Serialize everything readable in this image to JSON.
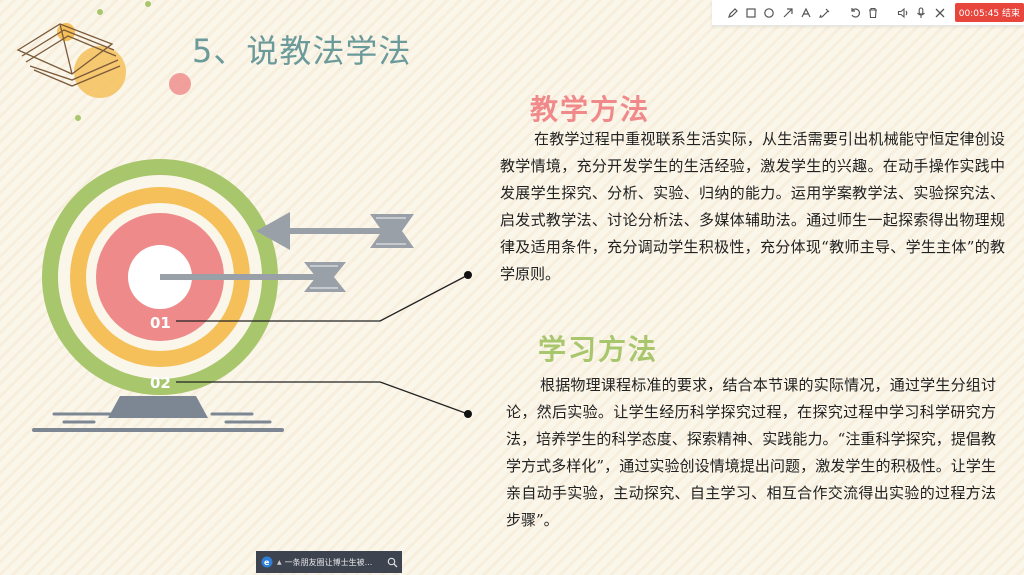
{
  "slide": {
    "title": "5、说教法学法",
    "section1": {
      "heading": "教学方法",
      "paragraph": "在教学过程中重视联系生活实际，从生活需要引出机械能守恒定律创设教学情境，充分开发学生的生活经验，激发学生的兴趣。在动手操作实践中发展学生探究、分析、实验、归纳的能力。运用学案教学法、实验探究法、启发式教学法、讨论分析法、多媒体辅助法。通过师生一起探索得出物理规律及适用条件，充分调动学生积极性，充分体现“教师主导、学生主体”的教学原则。"
    },
    "section2": {
      "heading": "学习方法",
      "paragraph": "根据物理课程标准的要求，结合本节课的实际情况，通过学生分组讨论，然后实验。让学生经历科学探究过程，在探究过程中学习科学研究方法，培养学生的科学态度、探索精神、实践能力。“注重科学探究，提倡教学方式多样化”，通过实验创设情境提出问题，激发学生的积极性。让学生亲自动手实验，主动探究、自主学习、相互合作交流得出实验的过程方法步骤”。"
    },
    "target_labels": [
      "01",
      "02"
    ]
  },
  "toolbar": {
    "icons": [
      "pen-icon",
      "rectangle-icon",
      "circle-icon",
      "arrow-icon",
      "text-icon",
      "highlighter-icon",
      "undo-icon",
      "trash-icon",
      "speaker-icon",
      "microphone-icon",
      "close-icon"
    ],
    "timer": "00:05:45 结束"
  },
  "taskbar": {
    "item_text": "一条朋友圈让博士生被..."
  },
  "colors": {
    "title": "#6b9a9a",
    "heading1": "#f08a8a",
    "heading2": "#a8c66c",
    "ring_outer": "#a8c66c",
    "ring_mid": "#f5bf5a",
    "ring_inner": "#ef8a8a",
    "arrow": "#9aa0a8",
    "timer_bg": "#e8453c"
  }
}
